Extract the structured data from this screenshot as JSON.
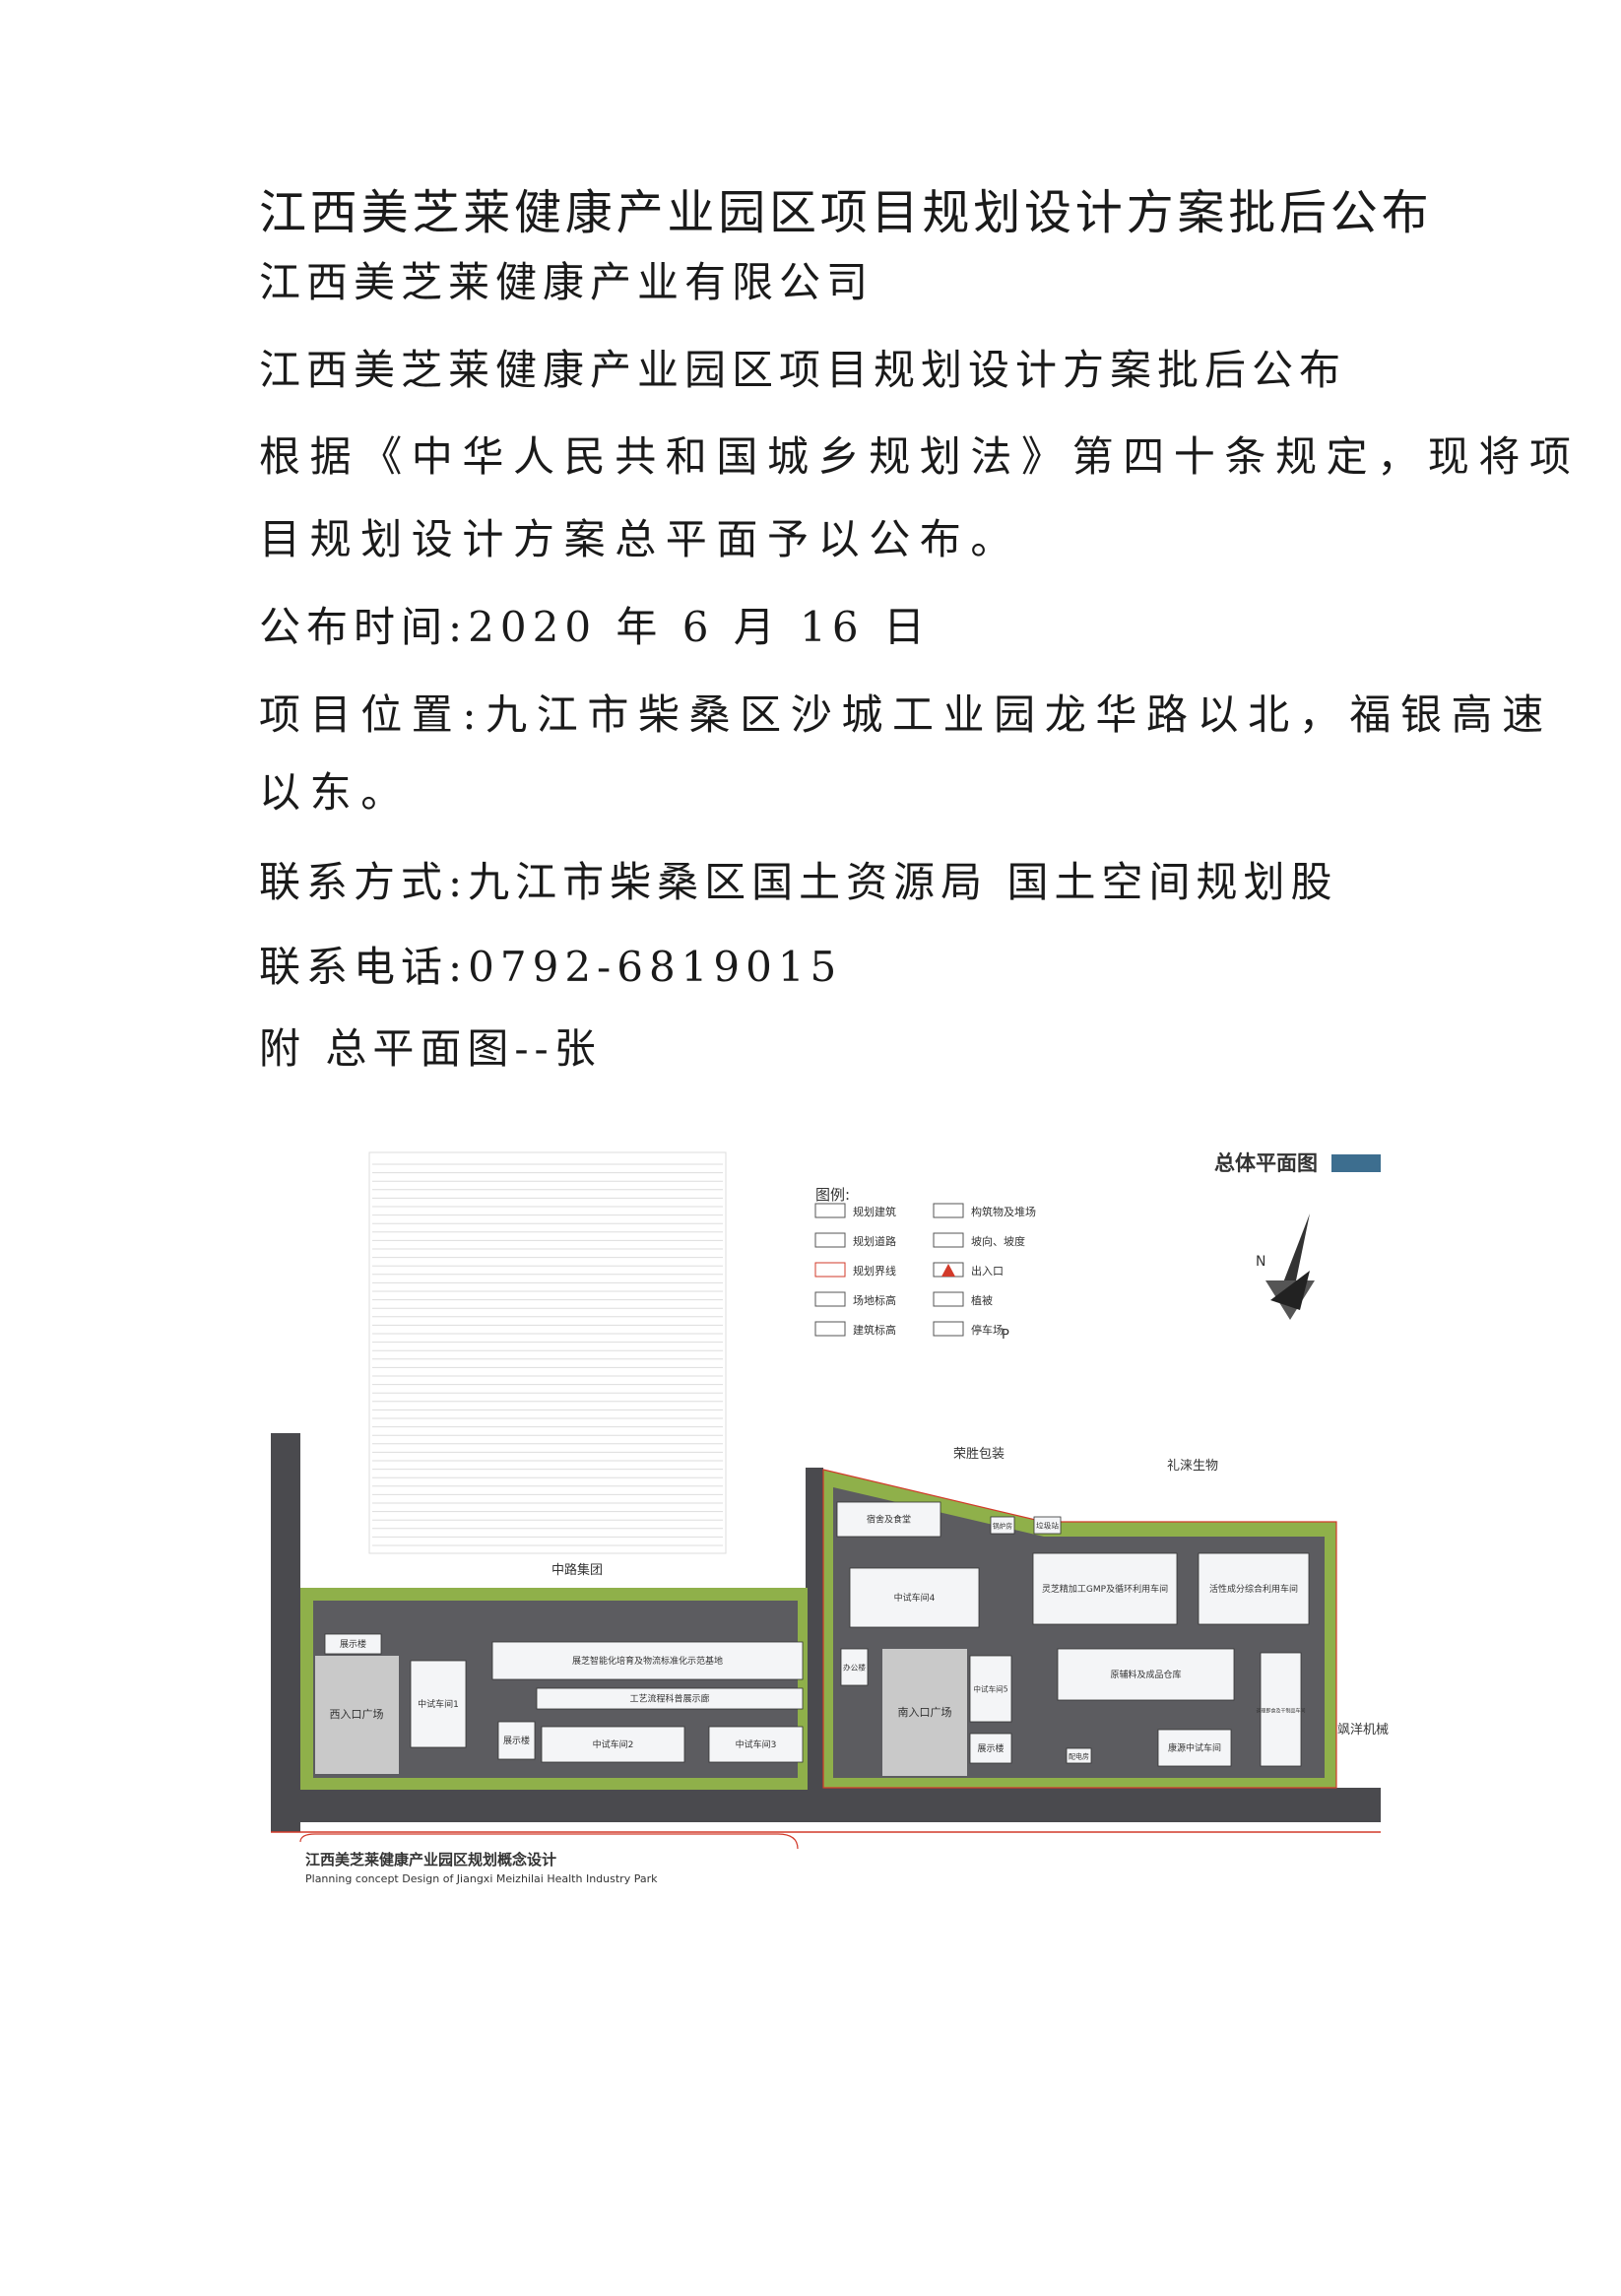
{
  "document": {
    "title": "江西美芝莱健康产业园区项目规划设计方案批后公布",
    "company": "江西美芝莱健康产业有限公司",
    "subtitle": "江西美芝莱健康产业园区项目规划设计方案批后公布",
    "paragraph_line1": "根据《中华人民共和国城乡规划法》第四十条规定，现将项",
    "paragraph_line2": "目规划设计方案总平面予以公布。",
    "publish_time": "公布时间:2020 年 6 月 16 日",
    "location_line1": "项目位置:九江市柴桑区沙城工业园龙华路以北，福银高速",
    "location_line2": "以东。",
    "contact": "联系方式:九江市柴桑区国土资源局 国土空间规划股",
    "phone": "联系电话:0792-6819015",
    "attachment": "附 总平面图--张"
  },
  "plan": {
    "header": "总体平面图",
    "legend_title": "图例:",
    "legend": [
      "规划建筑",
      "构筑物及堆场",
      "规划道路",
      "坡向、坡度",
      "规划界线",
      "出入口",
      "场地标高",
      "植被",
      "建筑标高",
      "停车场"
    ],
    "parking_symbol": "P",
    "north": "N",
    "neighbors": [
      "荣胜包装",
      "礼涞生物",
      "中路集团",
      "飒洋机械"
    ],
    "buildings": {
      "west_show": "展示楼",
      "west_plaza": "西入口广场",
      "pilot1": "中试车间1",
      "demo_base": "展芝智能化培育及物流标准化示范基地",
      "process": "工艺流程科普展示廊",
      "pilot2": "中试车间2",
      "pilot3": "中试车间3",
      "show2": "展示楼",
      "dorm": "宿舍及食堂",
      "boiler": "锅炉房",
      "garbage": "垃圾站",
      "pilot4": "中试车间4",
      "lingzhi": "灵芝精加工GMP及循环利用车间",
      "active": "活性成分综合利用车间",
      "office": "办公楼",
      "south_plaza": "南入口广场",
      "pilot5": "中试车间5",
      "show3": "展示楼",
      "warehouse": "原辅料及成品仓库",
      "power": "配电房",
      "kangyuan": "康源中试车间",
      "ready_food": "调理即食及干制品车间"
    },
    "caption_cn": "江西美芝莱健康产业园区规划概念设计",
    "caption_en": "Planning concept Design of Jiangxi Meizhilai Health Industry Park"
  },
  "colors": {
    "road": "#4a4a4e",
    "green": "#8fb04a",
    "building": "#f4f5f7",
    "plaza": "#c9c9c9",
    "boundary": "#d23a2a",
    "header_bar": "#3d6e8f"
  }
}
